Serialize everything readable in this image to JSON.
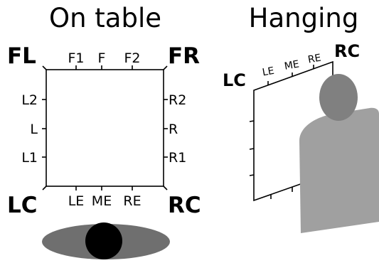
{
  "left_panel": {
    "title": "On table",
    "corners": {
      "fl": "FL",
      "fr": "FR",
      "lc": "LC",
      "rc": "RC"
    },
    "top_labels": [
      "F1",
      "F",
      "F2"
    ],
    "left_labels": [
      "L2",
      "L",
      "L1"
    ],
    "right_labels": [
      "R2",
      "R",
      "R1"
    ],
    "bottom_labels": [
      "LE",
      "ME",
      "RE"
    ]
  },
  "right_panel": {
    "title": "Hanging",
    "corners": {
      "lc": "LC",
      "rc": "RC"
    },
    "top_labels": [
      "LE",
      "ME",
      "RE"
    ]
  },
  "colors": {
    "line": "#000000",
    "person_head_side": "#808080",
    "person_body_side": "#a0a0a0",
    "table_oval": "#6f6f6f",
    "person_head_top": "#000000"
  }
}
